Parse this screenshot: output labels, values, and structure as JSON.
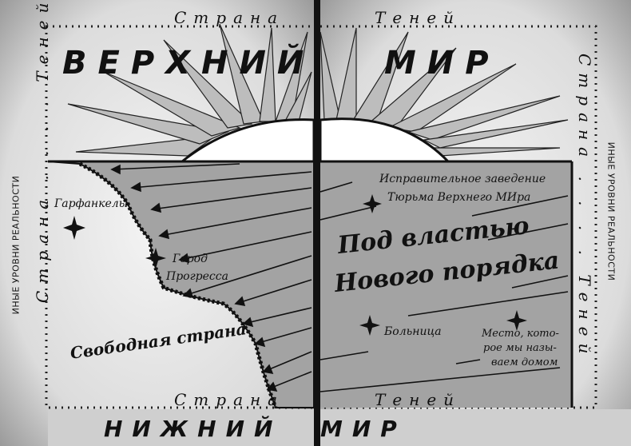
{
  "top_left_band": "Страна",
  "top_right_band": "Теней",
  "bottom_left_band": "Страна",
  "bottom_right_band": "Теней",
  "left_vertical_1": "Страна . . . . Теней",
  "right_vertical_1": "Страна . . . . Теней",
  "left_side_note": "ИНЫЕ УРОВНИ РЕАЛЬНОСТИ",
  "right_side_note": "ИНЫЕ УРОВНИ РЕАЛЬНОСТИ",
  "title_left": "ВЕРХНИЙ",
  "title_right": "МИР",
  "bottom_title_left": "НИЖНИЙ",
  "bottom_title_right": "МИР",
  "places": {
    "garfankely": "Гарфанкелы",
    "city_progress_1": "Город",
    "city_progress_2": "Прогресса",
    "free_country": "Свободная страна",
    "correctional": "Исправительное заведение",
    "prison": "Тюрьма Верхнего МИра",
    "hospital": "Больница",
    "home_1": "Место, кото-",
    "home_2": "рое мы назы-",
    "home_3": "ваем домом"
  },
  "slogan_1": "Под властью",
  "slogan_2": "Нового порядка",
  "colors": {
    "shade": "#9b9b9b",
    "ink": "#111111",
    "paper": "#f4f4f4"
  }
}
